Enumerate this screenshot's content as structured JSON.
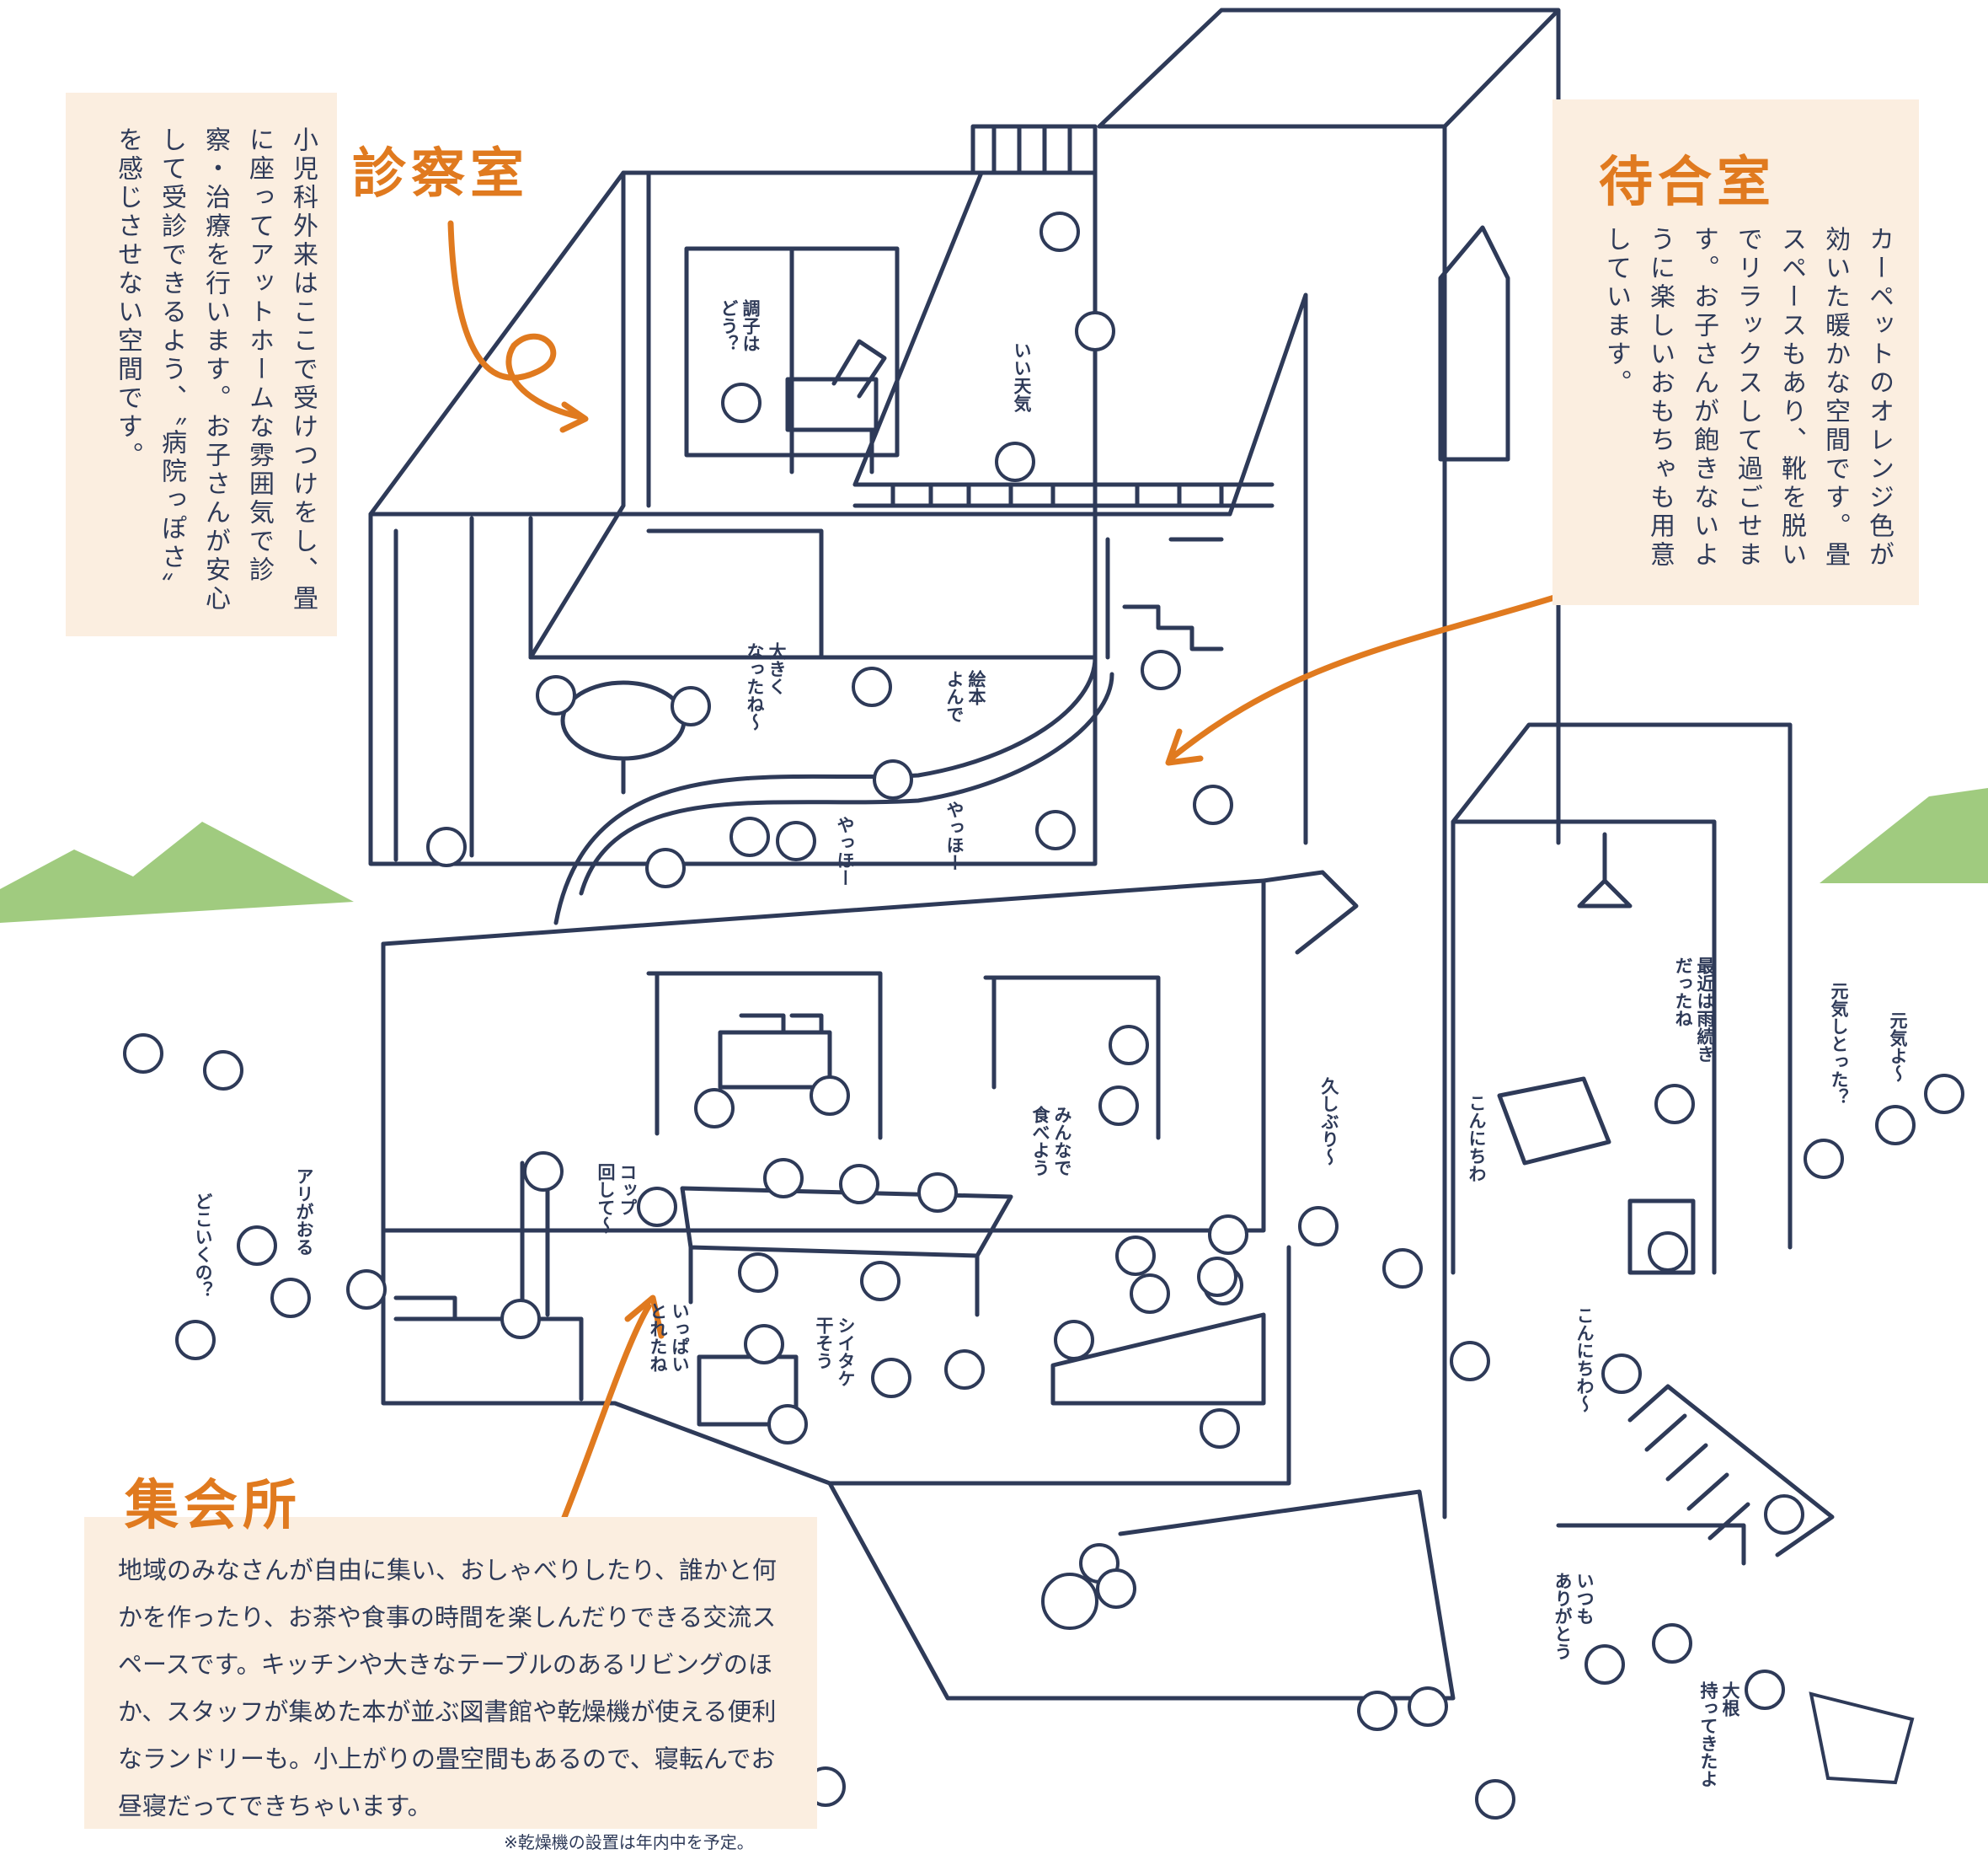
{
  "clinic": {
    "heading": "診察室",
    "body": "小児科外来はここで受けつけをし、畳に座ってアットホームな雰囲気で診察・治療を行います。お子さんが安心して受診できるよう、〝病院っぽさ〟を感じさせない空間です。"
  },
  "waiting": {
    "heading": "待合室",
    "body": "カーペットのオレンジ色が効いた暖かな空間です。畳スペースもあり、靴を脱いでリラックスして過ごせます。お子さんが飽きないように楽しいおもちゃも用意しています。"
  },
  "hall": {
    "heading": "集会所",
    "body": "地域のみなさんが自由に集い、おしゃべりしたり、誰かと何かを作ったり、お茶や食事の時間を楽しんだりできる交流スペースです。キッチンや大きなテーブルのあるリビングのほか、スタッフが集めた本が並ぶ図書館や乾燥機が使える便利なランドリーも。小上がりの畳空間もあるので、寝転んでお昼寝だってできちゃいます。"
  },
  "footnote": "※乾燥機の設置は年内中を予定。",
  "speech": [
    "調子は\nどう？",
    "いい天気",
    "大きく\nなったね～",
    "絵本\nよんで",
    "やっほー",
    "やっほー",
    "アリがおる",
    "どこいくの？",
    "コップ\n回して～",
    "みんなで\n食べよう",
    "いっぱい\nとれたね",
    "シイタケ\n干そう",
    "久しぶり～",
    "こんにちわ",
    "最近は雨続き\nだったね",
    "元気しとった？",
    "元気よ～",
    "こんにちわ～",
    "いつも\nありがとう",
    "大根\n持ってきたよ"
  ],
  "colors": {
    "accent": "#e07a1f",
    "line": "#2e3a58",
    "panel": "#fbeee0",
    "hill": "#8fc268"
  }
}
